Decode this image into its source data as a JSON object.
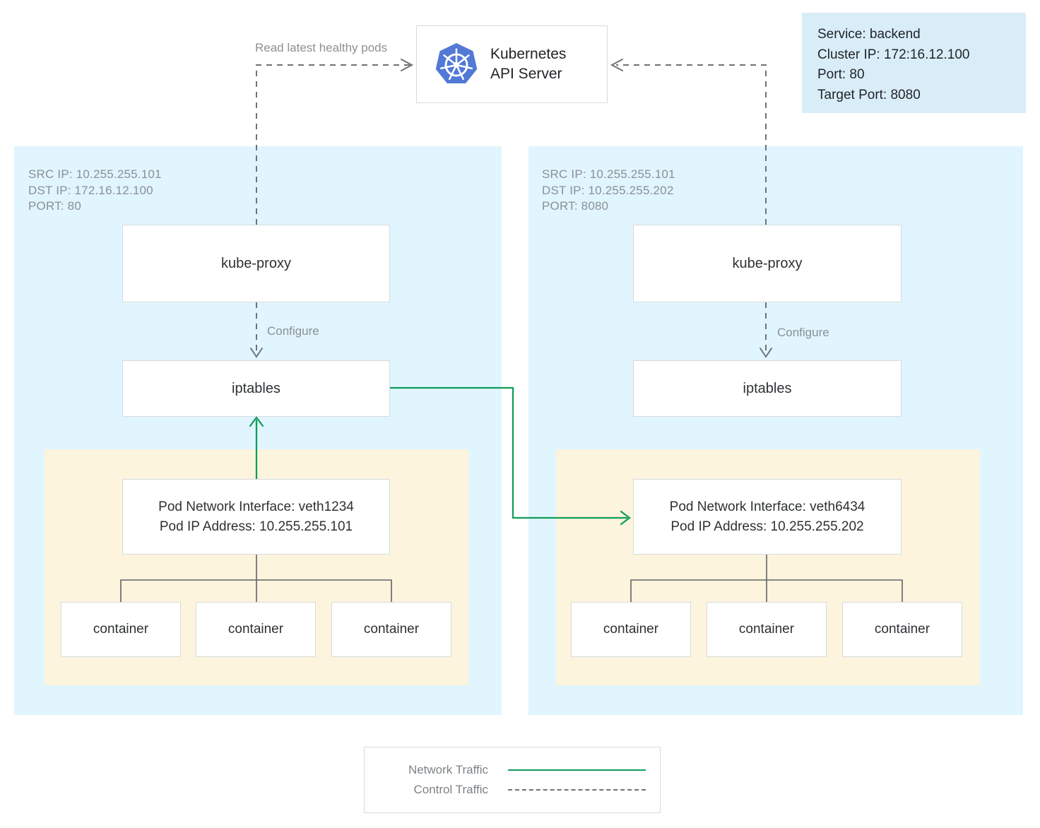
{
  "colors": {
    "green": "#0f9d58",
    "gray-line": "#6e7377",
    "tree": "#5f6368",
    "panel-blue": "#e1f5fe",
    "pod-yellow": "#fcf4dc",
    "service-blue": "#d9edf8",
    "box-border": "#d8dadd",
    "text-dark": "#2e3134",
    "text-gray": "#8b9095",
    "k8s-blue": "#5279d6"
  },
  "api_server": {
    "title_line1": "Kubernetes",
    "title_line2": "API Server",
    "logo": "kubernetes-helm-wheel"
  },
  "service_info": {
    "line1": "Service: backend",
    "line2": "Cluster IP: 172:16.12.100",
    "line3": "Port: 80",
    "line4": "Target Port: 8080"
  },
  "edges": {
    "read_label": "Read latest healthy pods",
    "configure_label": "Configure"
  },
  "nodes": [
    {
      "meta": [
        "SRC IP: 10.255.255.101",
        "DST IP: 172.16.12.100",
        "PORT: 80"
      ],
      "kube_proxy_label": "kube-proxy",
      "iptables_label": "iptables",
      "pod": {
        "interface_line1": "Pod Network Interface: veth1234",
        "interface_line2": "Pod IP Address: 10.255.255.101",
        "containers": [
          "container",
          "container",
          "container"
        ]
      }
    },
    {
      "meta": [
        "SRC IP: 10.255.255.101",
        "DST IP: 10.255.255.202",
        "PORT: 8080"
      ],
      "kube_proxy_label": "kube-proxy",
      "iptables_label": "iptables",
      "pod": {
        "interface_line1": "Pod Network Interface: veth6434",
        "interface_line2": "Pod IP Address: 10.255.255.202",
        "containers": [
          "container",
          "container",
          "container"
        ]
      }
    }
  ],
  "legend": {
    "network_label": "Network Traffic",
    "control_label": "Control Traffic"
  }
}
